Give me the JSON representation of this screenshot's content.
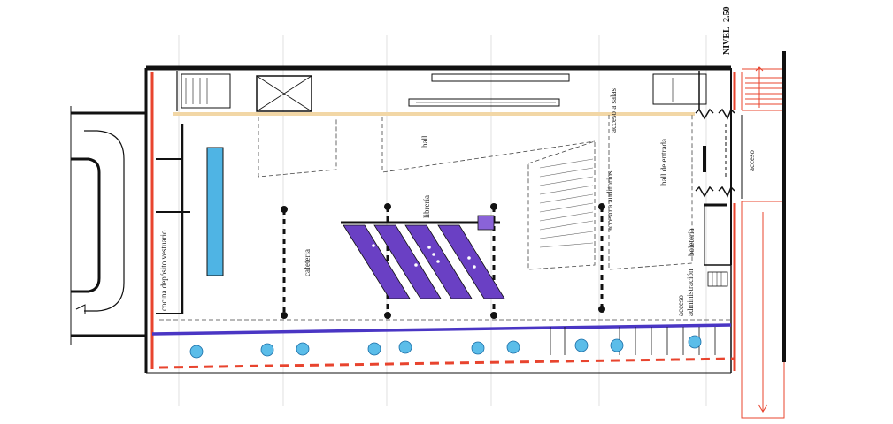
{
  "plan": {
    "level": "NIVEL -2.50",
    "labels": {
      "cocina": "cocina depósito vestuario",
      "cafeteria": "cafetería",
      "hall": "hall",
      "libreria": "librería",
      "acceso_salas": "acceso a salas",
      "acceso_auditorios": "acceso a auditorios",
      "hall_entrada": "hall de entrada",
      "acceso": "acceso",
      "boleteria": "boletería",
      "acceso_administracion": "acceso administración"
    }
  },
  "colors": {
    "wall": "#111111",
    "red_wall": "#e8442e",
    "blue_circle": "#5bbde9",
    "purple": "#6a40c4",
    "purple_light": "#8a63d8",
    "pool": "#4fb4e4",
    "corridor": "#f2d7a6",
    "dashed_red": "#e8442e"
  }
}
